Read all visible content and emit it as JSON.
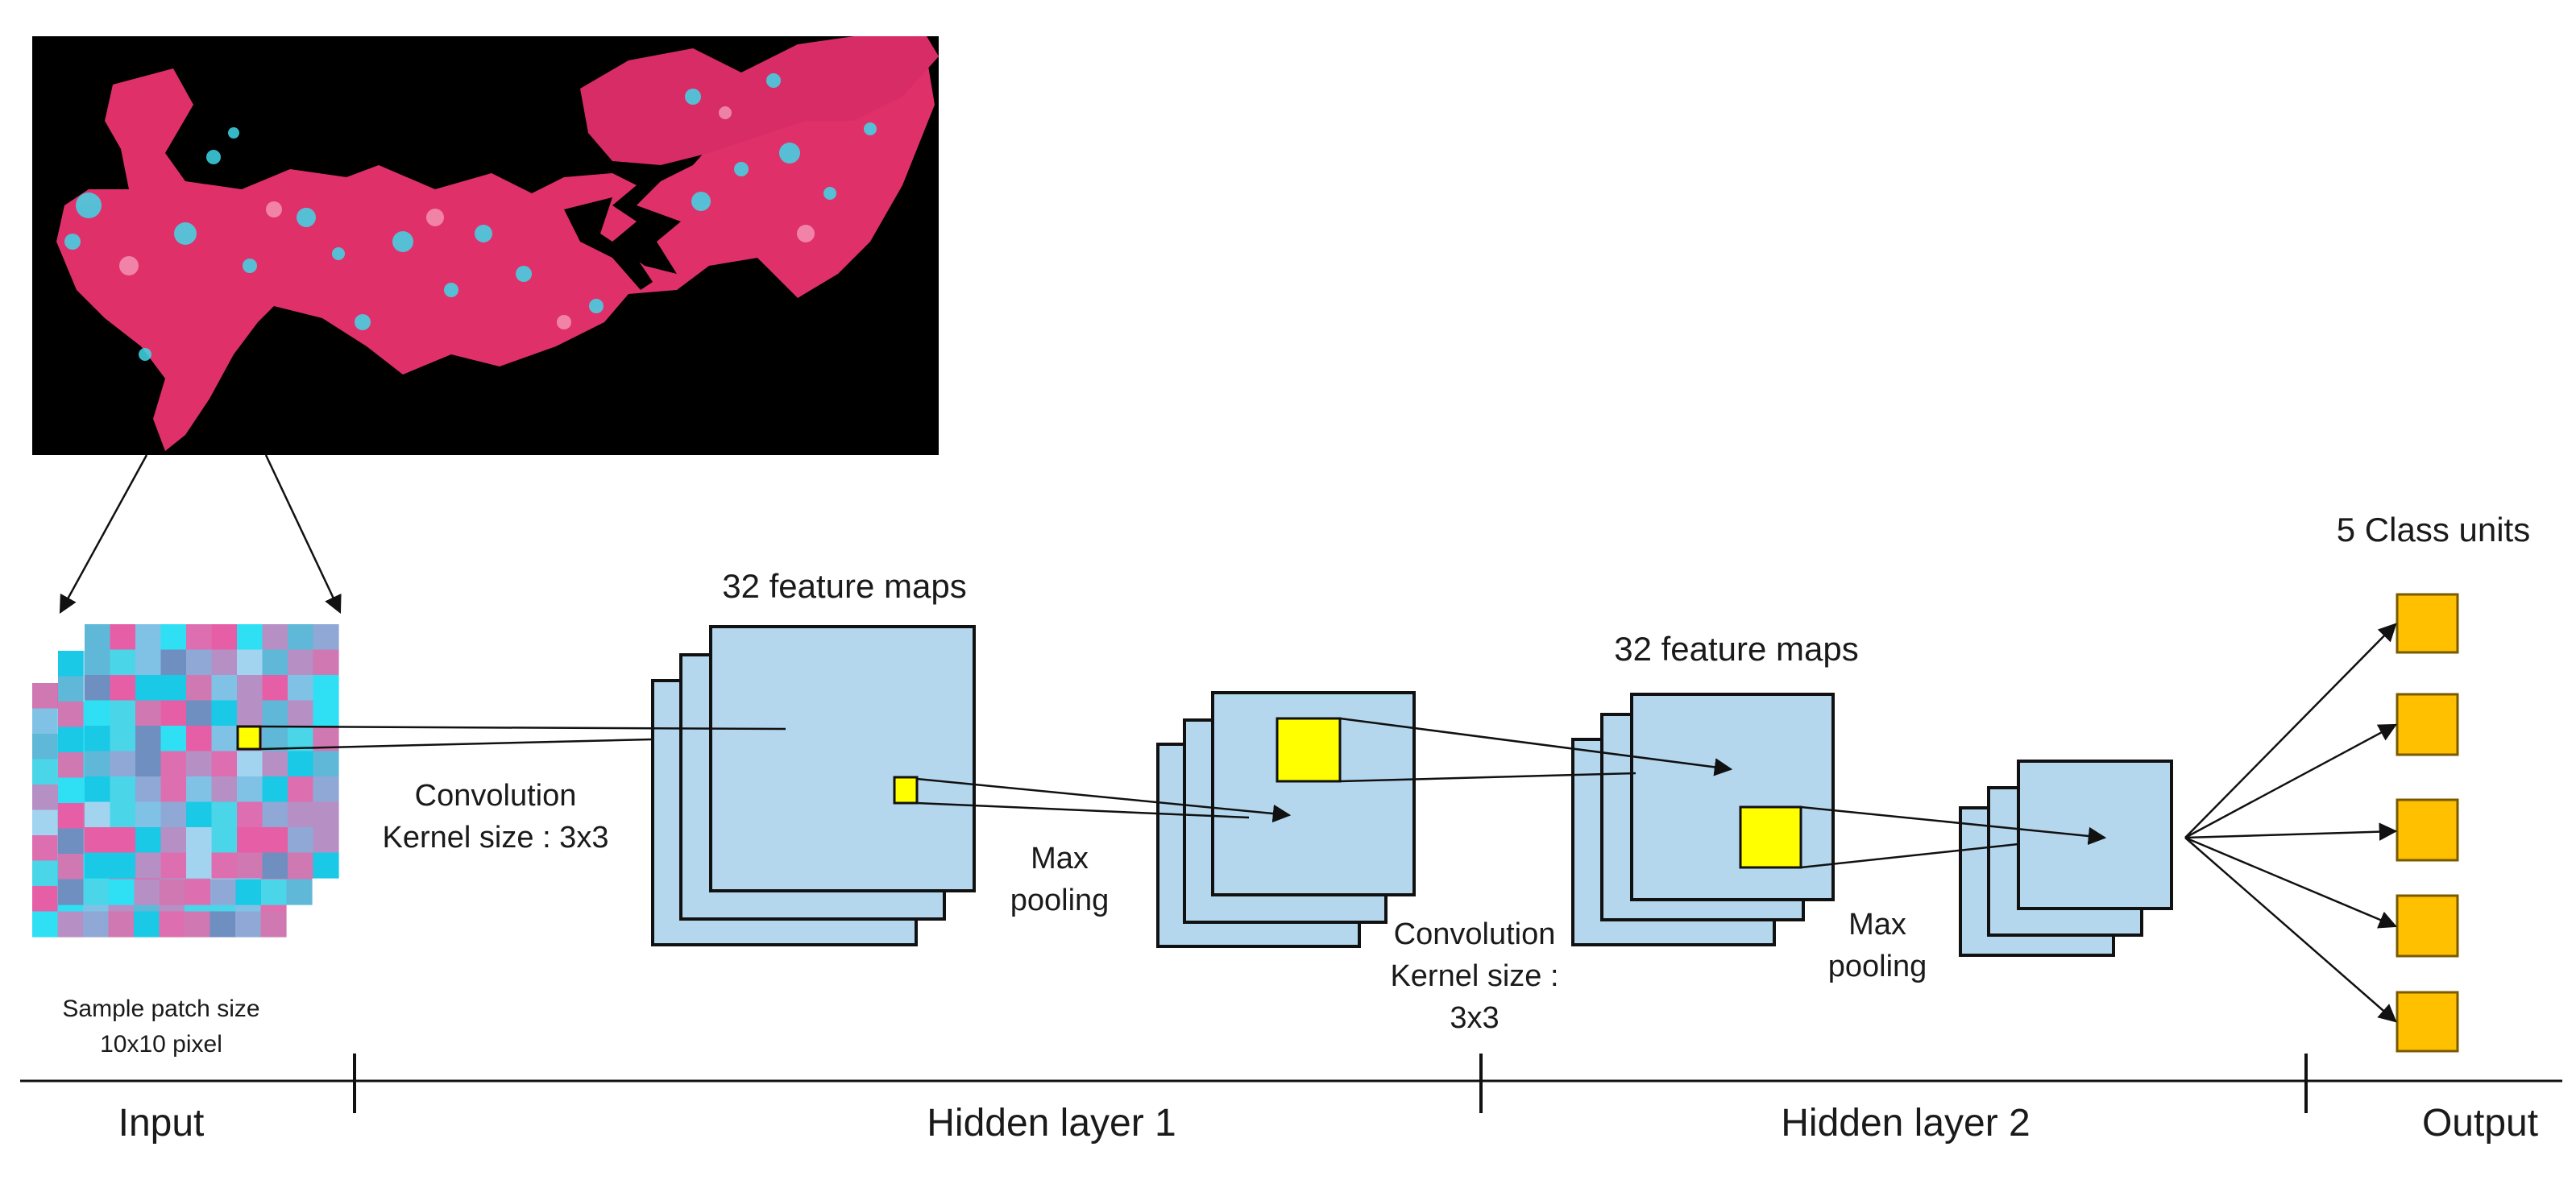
{
  "labels": {
    "feature_maps_1": "32 feature maps",
    "feature_maps_2": "32 feature maps",
    "class_units": "5 Class units",
    "conv1_line1": "Convolution",
    "conv1_line2": "Kernel size : 3x3",
    "maxpool1_line1": "Max",
    "maxpool1_line2": "pooling",
    "conv2_line1": "Convolution",
    "conv2_line2": "Kernel size :",
    "conv2_line3": "3x3",
    "maxpool2_line1": "Max",
    "maxpool2_line2": "pooling",
    "patch_line1": "Sample patch size",
    "patch_line2": "10x10 pixel"
  },
  "stages": {
    "input": "Input",
    "hidden1": "Hidden layer 1",
    "hidden2": "Hidden layer 2",
    "output": "Output"
  },
  "colors": {
    "feature_map_fill": "#b5d7ee",
    "kernel_fill": "#ffff00",
    "class_unit_fill": "#ffc000",
    "satellite_background": "#000000",
    "satellite_land": "#e0306a",
    "satellite_cyan": "#3fd8e8"
  },
  "icons": {
    "satellite_image": "false-color-satellite-map",
    "sample_patch": "pixel-patch-grid"
  },
  "class_unit_count": 5
}
